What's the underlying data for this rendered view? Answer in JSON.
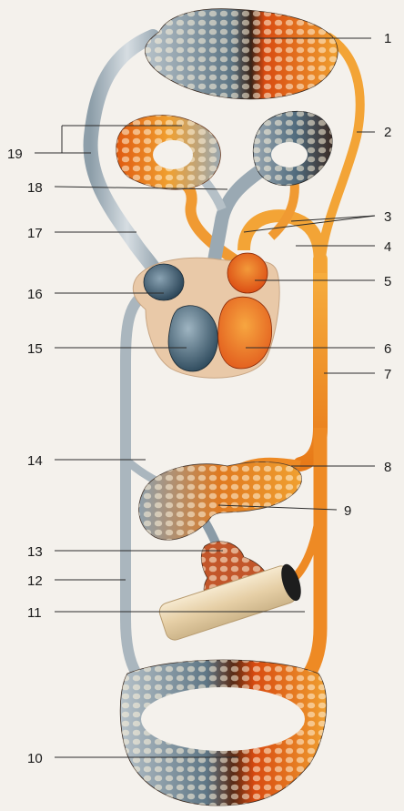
{
  "labels": {
    "l1": "1",
    "l2": "2",
    "l3": "3",
    "l4": "4",
    "l5": "5",
    "l6": "6",
    "l7": "7",
    "l8": "8",
    "l9": "9",
    "l10": "10",
    "l11": "11",
    "l12": "12",
    "l13": "13",
    "l14": "14",
    "l15": "15",
    "l16": "16",
    "l17": "17",
    "l18": "18",
    "l19": "19"
  },
  "colors": {
    "arterial": "#f0a030",
    "arterial_dark": "#d84a10",
    "venous": "#b7c2c9",
    "venous_dark": "#4f6a7c",
    "pericardium": "#e9c9a8",
    "background": "#f4f1ec"
  }
}
